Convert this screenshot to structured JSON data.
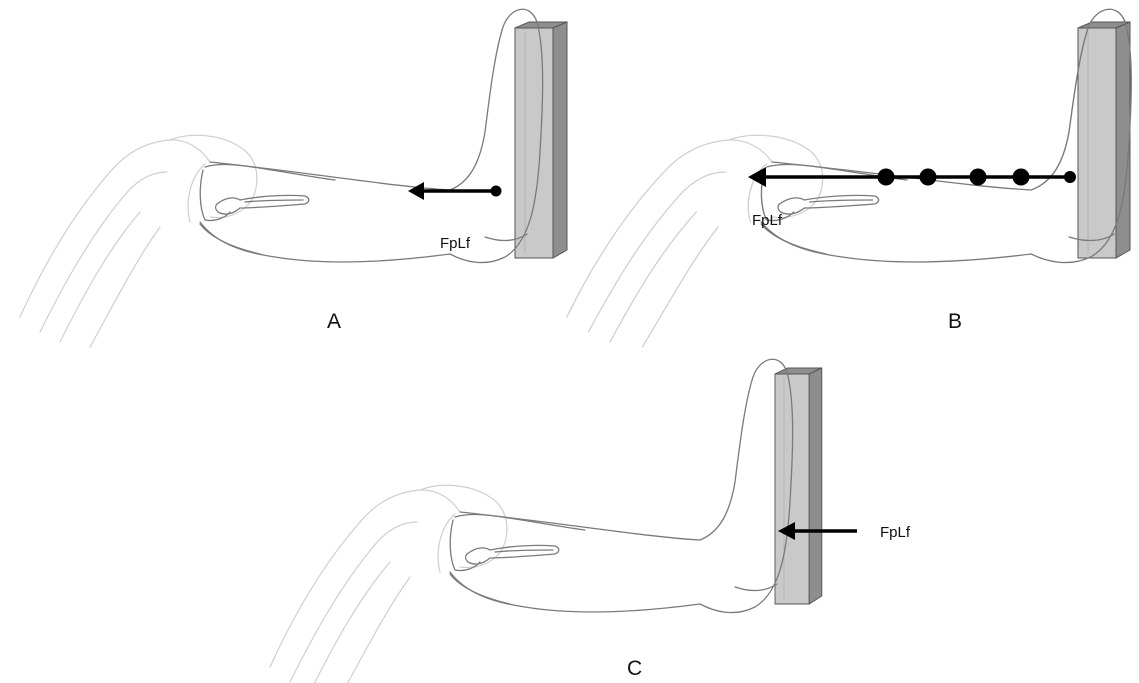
{
  "panels": [
    {
      "label": "A",
      "force_label": "FpLf"
    },
    {
      "label": "B",
      "force_label": "FpLf"
    },
    {
      "label": "C",
      "force_label": "FpLf"
    }
  ],
  "colors": {
    "wall_face": "#c9c9c9",
    "wall_side": "#8e8e8e",
    "leg_outline": "#7a7a7a",
    "leg_faint": "#cfcfcf",
    "arrow": "#000000"
  }
}
